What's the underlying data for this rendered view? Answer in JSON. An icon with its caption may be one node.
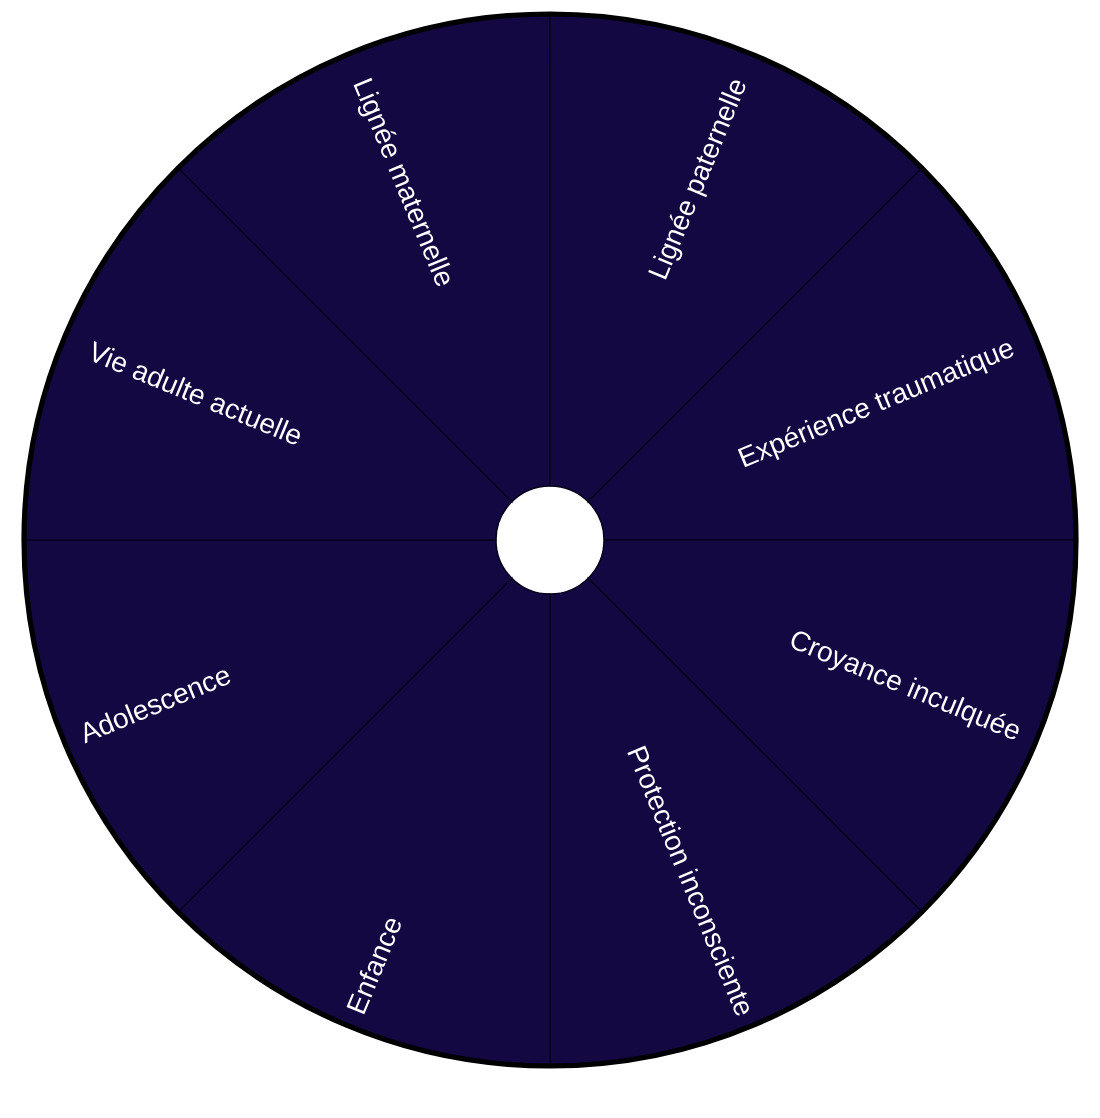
{
  "diagram": {
    "nodes": [
      {
        "text": [
          "Lignée maternelle"
        ]
      },
      {
        "text": [
          "Lignée paternelle"
        ]
      },
      {
        "text": [
          "Expérience traumatique"
        ]
      },
      {
        "text": [
          "Croyance inculquée"
        ]
      },
      {
        "text": [
          "Protection inconsciente"
        ]
      },
      {
        "text": [
          "Enfance"
        ]
      },
      {
        "text": [
          "Adolescence"
        ]
      },
      {
        "text": [
          "Vie adulte actuelle"
        ]
      }
    ]
  }
}
